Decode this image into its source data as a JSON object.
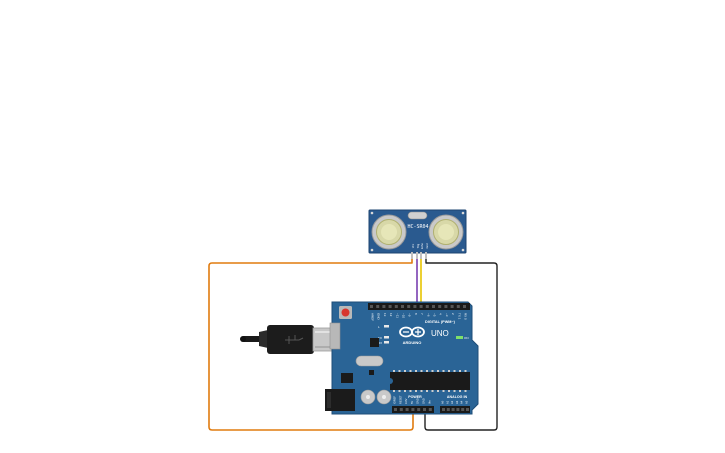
{
  "sensor": {
    "model": "HC-SR04",
    "pin_labels": [
      "Vcc",
      "Trig",
      "Echo",
      "Gnd"
    ]
  },
  "board": {
    "brand": "ARDUINO",
    "model": "UNO",
    "header_digital": "DIGITAL (PWM~)",
    "header_power": "POWER",
    "header_analog": "ANALOG IN",
    "led_labels": [
      "L",
      "TX",
      "RX"
    ],
    "on_label": "ON",
    "digital_pins": [
      "AREF",
      "GND",
      "13",
      "12",
      "~11",
      "~10",
      "~9",
      "8",
      "7",
      "~6",
      "~5",
      "4",
      "~3",
      "2",
      "TX 1",
      "RX 0"
    ],
    "power_pins": [
      "IOREF",
      "RESET",
      "3.3V",
      "5V",
      "GND",
      "GND",
      "Vin"
    ],
    "analog_pins": [
      "A0",
      "A1",
      "A2",
      "A3",
      "A4",
      "A5"
    ]
  },
  "colors": {
    "board": "#2a6496",
    "board_dark": "#1f4e78",
    "wire_orange": "#e07b0f",
    "wire_black": "#222222",
    "wire_purple": "#7a3fb0",
    "wire_yellow": "#e8c400",
    "led_on": "#7ee06a"
  }
}
